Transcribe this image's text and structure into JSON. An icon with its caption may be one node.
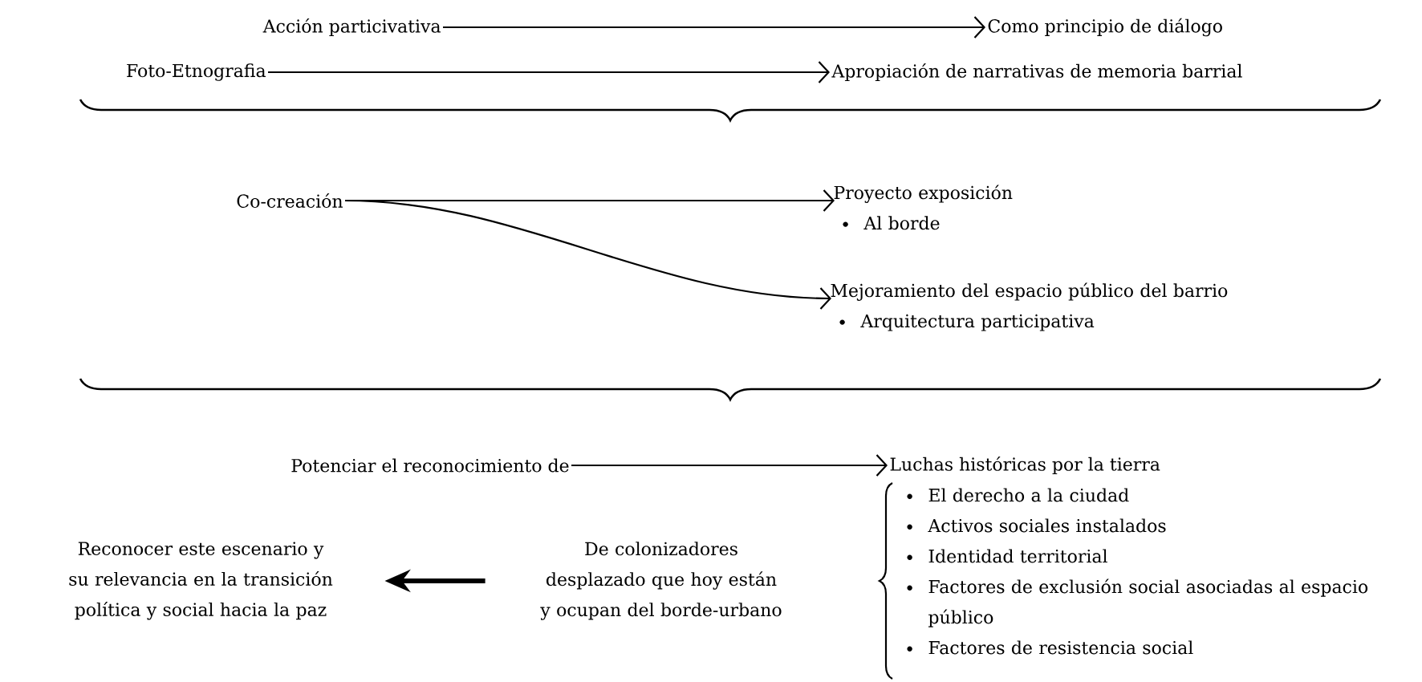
{
  "diagram": {
    "nodes": [
      {
        "text": [
          "Acción particivativa"
        ]
      },
      {
        "text": [
          "Como principio de diálogo"
        ]
      },
      {
        "text": [
          "Foto-Etnografia"
        ]
      },
      {
        "text": [
          "Apropiación de narrativas de memoria barrial"
        ]
      },
      {
        "text": [
          "Co-creación"
        ]
      },
      {
        "text": [
          "Proyecto exposición",
          "Al borde"
        ]
      },
      {
        "text": [
          "Mejoramiento del espacio público del barrio",
          "Arquitectura participativa"
        ]
      },
      {
        "text": [
          "Potenciar el reconocimiento de"
        ]
      },
      {
        "text": [
          "Luchas históricas por la tierra"
        ]
      },
      {
        "text": [
          "El derecho a la ciudad",
          "Activos sociales instalados",
          "Identidad territorial",
          "Factores de exclusión social asociadas al espacio público",
          "Factores de resistencia social"
        ]
      },
      {
        "text": [
          "De colonizadores desplazado que hoy están y ocupan del borde-urbano"
        ]
      },
      {
        "text": [
          "Reconocer este escenario y su relevancia en la transición política y social hacia la paz"
        ]
      }
    ],
    "edges": [
      {
        "from": 0,
        "to": 1,
        "arrow": "to"
      },
      {
        "from": 2,
        "to": 3,
        "arrow": "to"
      },
      {
        "from": 4,
        "to": 5,
        "arrow": "to"
      },
      {
        "from": 4,
        "to": 6,
        "arrow": "to"
      },
      {
        "from": 7,
        "to": 8,
        "arrow": "to"
      },
      {
        "from": 10,
        "to": 11,
        "arrow": "to",
        "style": "thick"
      }
    ]
  }
}
